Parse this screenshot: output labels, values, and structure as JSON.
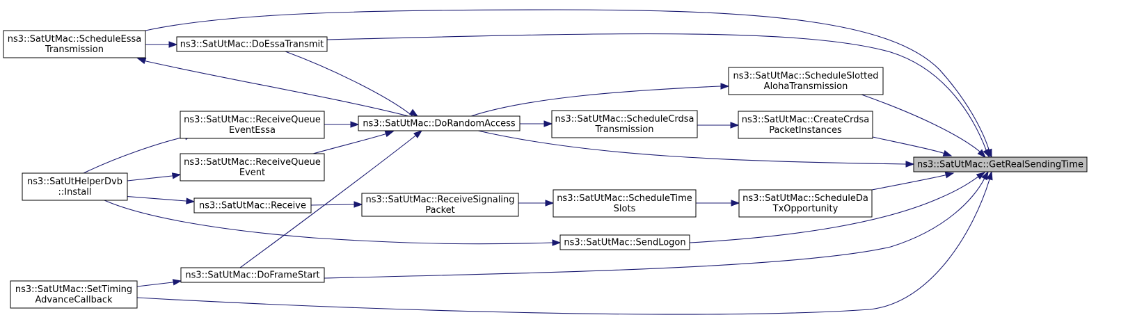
{
  "diagram": {
    "type": "call-graph",
    "colors": {
      "edge": "#191970",
      "focus_fill": "#bfbfbf",
      "node_fill": "#ffffff",
      "node_border": "#000000"
    },
    "nodes": [
      {
        "id": "ScheduleEssaTransmission",
        "lines": [
          "ns3::SatUtMac::ScheduleEssa",
          "Transmission"
        ]
      },
      {
        "id": "DoEssaTransmit",
        "lines": [
          "ns3::SatUtMac::DoEssaTransmit"
        ]
      },
      {
        "id": "ReceiveQueueEventEssa",
        "lines": [
          "ns3::SatUtMac::ReceiveQueue",
          "EventEssa"
        ]
      },
      {
        "id": "DoRandomAccess",
        "lines": [
          "ns3::SatUtMac::DoRandomAccess"
        ]
      },
      {
        "id": "ScheduleSlottedAlohaTransmission",
        "lines": [
          "ns3::SatUtMac::ScheduleSlotted",
          "AlohaTransmission"
        ]
      },
      {
        "id": "ScheduleCrdsaTransmission",
        "lines": [
          "ns3::SatUtMac::ScheduleCrdsa",
          "Transmission"
        ]
      },
      {
        "id": "CreateCrdsaPacketInstances",
        "lines": [
          "ns3::SatUtMac::CreateCrdsa",
          "PacketInstances"
        ]
      },
      {
        "id": "ReceiveQueueEvent",
        "lines": [
          "ns3::SatUtMac::ReceiveQueue",
          "Event"
        ]
      },
      {
        "id": "Install",
        "lines": [
          "ns3::SatUtHelperDvb",
          "::Install"
        ]
      },
      {
        "id": "Receive",
        "lines": [
          "ns3::SatUtMac::Receive"
        ]
      },
      {
        "id": "ReceiveSignalingPacket",
        "lines": [
          "ns3::SatUtMac::ReceiveSignaling",
          "Packet"
        ]
      },
      {
        "id": "ScheduleTimeSlots",
        "lines": [
          "ns3::SatUtMac::ScheduleTime",
          "Slots"
        ]
      },
      {
        "id": "ScheduleDaTxOpportunity",
        "lines": [
          "ns3::SatUtMac::ScheduleDa",
          "TxOpportunity"
        ]
      },
      {
        "id": "SendLogon",
        "lines": [
          "ns3::SatUtMac::SendLogon"
        ]
      },
      {
        "id": "DoFrameStart",
        "lines": [
          "ns3::SatUtMac::DoFrameStart"
        ]
      },
      {
        "id": "SetTimingAdvanceCallback",
        "lines": [
          "ns3::SatUtMac::SetTiming",
          "AdvanceCallback"
        ]
      },
      {
        "id": "GetRealSendingTime",
        "lines": [
          "ns3::SatUtMac::GetRealSendingTime"
        ],
        "focus": true
      }
    ],
    "edges": [
      {
        "from": "ScheduleEssaTransmission",
        "to": "GetRealSendingTime"
      },
      {
        "from": "ScheduleEssaTransmission",
        "to": "DoEssaTransmit"
      },
      {
        "from": "DoEssaTransmit",
        "to": "GetRealSendingTime"
      },
      {
        "from": "DoRandomAccess",
        "to": "DoEssaTransmit"
      },
      {
        "from": "DoRandomAccess",
        "to": "ScheduleEssaTransmission"
      },
      {
        "from": "DoRandomAccess",
        "to": "ScheduleSlottedAlohaTransmission"
      },
      {
        "from": "DoRandomAccess",
        "to": "ScheduleCrdsaTransmission"
      },
      {
        "from": "DoRandomAccess",
        "to": "GetRealSendingTime"
      },
      {
        "from": "ScheduleSlottedAlohaTransmission",
        "to": "GetRealSendingTime"
      },
      {
        "from": "ScheduleCrdsaTransmission",
        "to": "CreateCrdsaPacketInstances"
      },
      {
        "from": "CreateCrdsaPacketInstances",
        "to": "GetRealSendingTime"
      },
      {
        "from": "ReceiveQueueEventEssa",
        "to": "DoRandomAccess"
      },
      {
        "from": "ReceiveQueueEvent",
        "to": "DoRandomAccess"
      },
      {
        "from": "Install",
        "to": "ReceiveQueueEventEssa"
      },
      {
        "from": "Install",
        "to": "ReceiveQueueEvent"
      },
      {
        "from": "Install",
        "to": "Receive"
      },
      {
        "from": "Install",
        "to": "SendLogon"
      },
      {
        "from": "Receive",
        "to": "ReceiveSignalingPacket"
      },
      {
        "from": "ReceiveSignalingPacket",
        "to": "ScheduleTimeSlots"
      },
      {
        "from": "ScheduleTimeSlots",
        "to": "ScheduleDaTxOpportunity"
      },
      {
        "from": "ScheduleDaTxOpportunity",
        "to": "GetRealSendingTime"
      },
      {
        "from": "SendLogon",
        "to": "GetRealSendingTime"
      },
      {
        "from": "DoFrameStart",
        "to": "DoRandomAccess"
      },
      {
        "from": "DoFrameStart",
        "to": "GetRealSendingTime"
      },
      {
        "from": "SetTimingAdvanceCallback",
        "to": "DoFrameStart"
      },
      {
        "from": "SetTimingAdvanceCallback",
        "to": "GetRealSendingTime"
      }
    ]
  }
}
